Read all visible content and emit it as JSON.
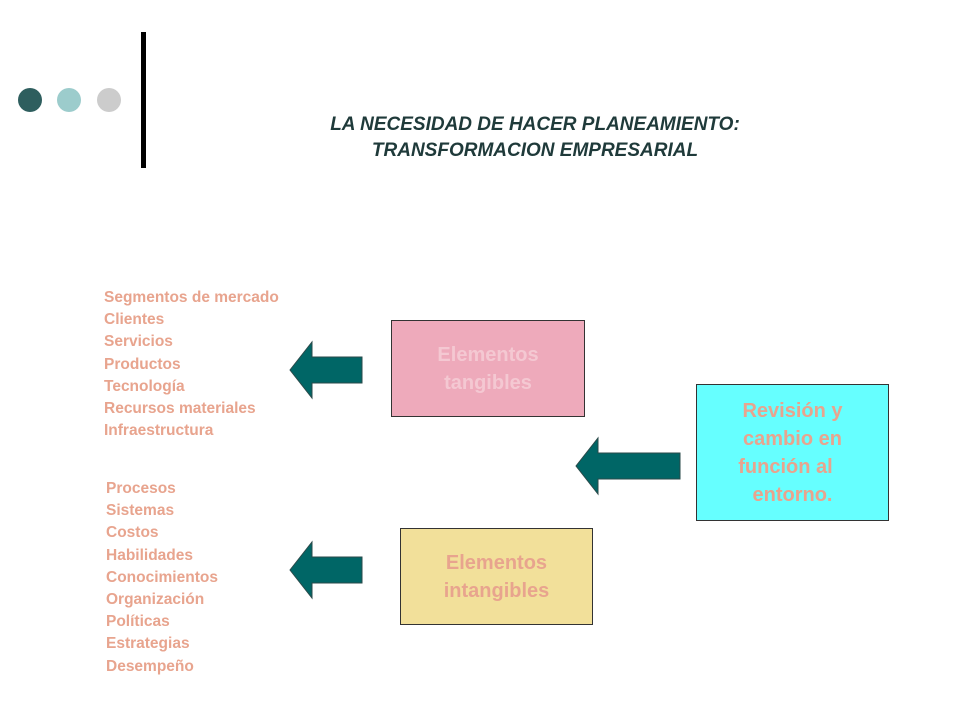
{
  "decor": {
    "dots": [
      "#2e5e5e",
      "#9ccccc",
      "#cccccc"
    ]
  },
  "title": {
    "line1": "LA NECESIDAD DE HACER PLANEAMIENTO:",
    "line2": "TRANSFORMACION EMPRESARIAL"
  },
  "tangible_list": [
    "Segmentos de mercado",
    "Clientes",
    "Servicios",
    "Productos",
    "Tecnología",
    "Recursos materiales",
    "Infraestructura"
  ],
  "intangible_list": [
    "Procesos",
    "Sistemas",
    "Costos",
    "Habilidades",
    "Conocimientos",
    "Organización",
    "Políticas",
    "Estrategias",
    "Desempeño"
  ],
  "boxes": {
    "tangibles": {
      "line1": "Elementos",
      "line2": "tangibles",
      "bg": "#eeaabb",
      "text_color": "#f4c8d2"
    },
    "intangibles": {
      "line1": "Elementos",
      "line2": "intangibles",
      "bg": "#f2e09a",
      "text_color": "#e8a48e"
    },
    "revision": {
      "line1": "Revisión y",
      "line2": "cambio en",
      "line3": "función al",
      "line4": "entorno.",
      "bg": "#66ffff",
      "text_color": "#e8a48e"
    }
  },
  "colors": {
    "arrow": "#006666",
    "list_text": "#e8a48e",
    "title_text": "#1f3a3a"
  }
}
